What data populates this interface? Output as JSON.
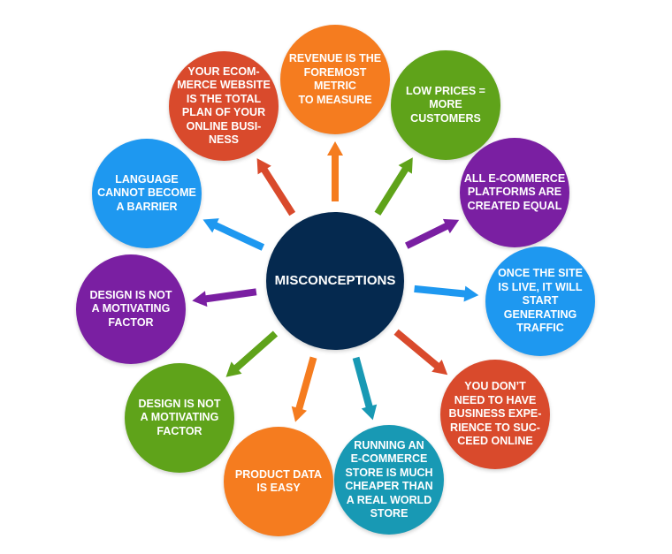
{
  "center": {
    "label": "MISCONCEPTIONS",
    "color": "#05294f"
  },
  "items": [
    {
      "label": "REVENUE IS THE\nFOREMOST\nMETRIC\nTO MEASURE",
      "color": "#f57c1f"
    },
    {
      "label": "LOW PRICES =\nMORE\nCUSTOMERS",
      "color": "#5fa31a"
    },
    {
      "label": "ALL E-COMMERCE\nPLATFORMS ARE\nCREATED EQUAL",
      "color": "#7a1fa2"
    },
    {
      "label": "ONCE THE SITE\nIS LIVE, IT WILL\nSTART\nGENERATING\nTRAFFIC",
      "color": "#1e98f0"
    },
    {
      "label": "YOU DON’T\nNEED TO HAVE\nBUSINESS EXPE-\nRIENCE TO SUC-\nCEED ONLINE",
      "color": "#d94a2c"
    },
    {
      "label": "RUNNING AN\nE-COMMERCE\nSTORE IS MUCH\nCHEAPER THAN\nA REAL WORLD\nSTORE",
      "color": "#1899b4"
    },
    {
      "label": "PRODUCT DATA\nIS EASY",
      "color": "#f57c1f"
    },
    {
      "label": "DESIGN IS NOT\nA MOTIVATING\nFACTOR",
      "color": "#5fa31a"
    },
    {
      "label": "DESIGN IS NOT\nA MOTIVATING\nFACTOR",
      "color": "#7a1fa2"
    },
    {
      "label": "LANGUAGE\nCANNOT BECOME\nA BARRIER",
      "color": "#1e98f0"
    },
    {
      "label": "YOUR ECOM-\nMERCE WEBSITE\nIS THE TOTAL\nPLAN OF YOUR\nONLINE BUSI-\nNESS",
      "color": "#d94a2c"
    }
  ]
}
